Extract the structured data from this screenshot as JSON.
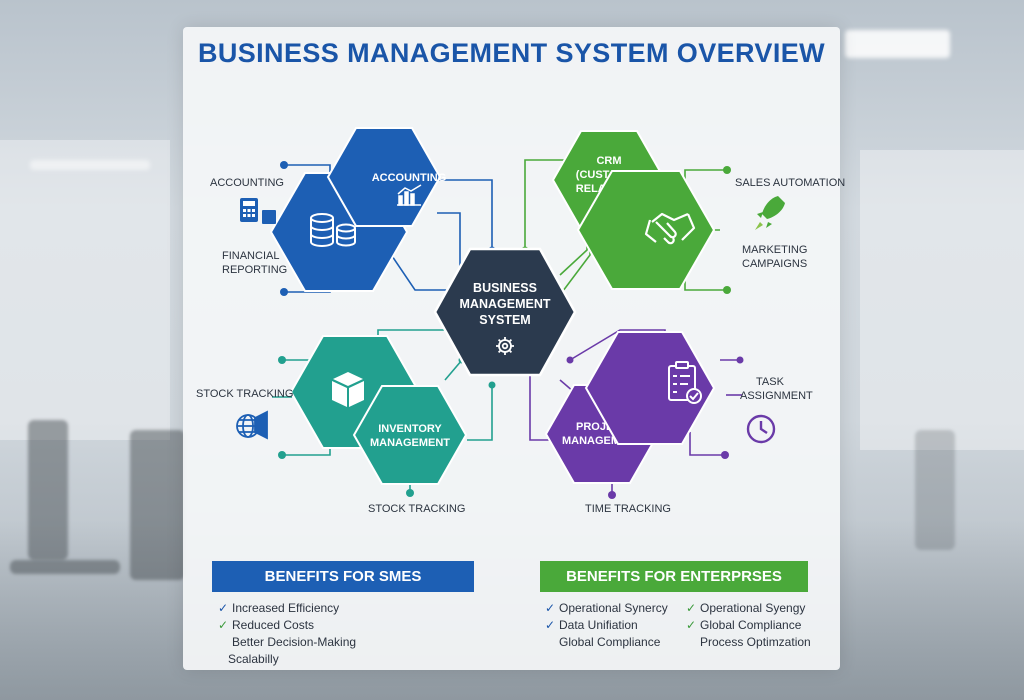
{
  "title": "BUSINESS MANAGEMENT SYSTEM OVERVIEW",
  "center": {
    "lines": [
      "BUSINESS",
      "MANAGEMENT",
      "SYSTEM"
    ],
    "icon": "gear-icon",
    "color": "#2b3a4e"
  },
  "modules": {
    "accounting": {
      "label": "ACCOUNTING",
      "color": "#1d5fb4",
      "icons": [
        "bar-chart-icon",
        "coins-icon"
      ],
      "side_labels": {
        "top": "ACCOUNTING",
        "bottom_line1": "FINANCIAL",
        "bottom_line2": "REPORTING"
      },
      "side_icon": "calculator-icon"
    },
    "crm": {
      "lines": [
        "CRM",
        "(CUSTOMER",
        "RELATIONS)"
      ],
      "color": "#4aa93a",
      "icons": [
        "handshake-icon"
      ],
      "side_labels": {
        "top": "SALES AUTOMATION",
        "bottom_line1": "MARKETING",
        "bottom_line2": "CAMPAIGNS"
      },
      "side_icon": "rocket-icon"
    },
    "inventory": {
      "lines": [
        "INVENTORY",
        "MANAGEMENT"
      ],
      "color": "#22a08f",
      "icons": [
        "box-icon"
      ],
      "side_labels": {
        "left": "STOCK TRACKING",
        "bottom": "STOCK TRACKING"
      },
      "side_icon": "globe-megaphone-icon"
    },
    "project": {
      "lines": [
        "PROJECT",
        "MANAGEMENT"
      ],
      "color": "#6a3aa8",
      "icons": [
        "clipboard-check-icon"
      ],
      "side_labels": {
        "right_line1": "TASK",
        "right_line2": "ASSIGNMENT",
        "bottom": "TIME TRACKING"
      },
      "side_icon": "clock-icon"
    }
  },
  "benefits": {
    "smes": {
      "heading": "BENEFITS FOR SMES",
      "color": "#1d5fb4",
      "items": [
        {
          "text": "Increased Efficiency",
          "check": "blue"
        },
        {
          "text": "Reduced Costs",
          "check": "green"
        },
        {
          "text": "Better Decision-Making",
          "check": "none"
        },
        {
          "text": "Scalabilly",
          "check": "none"
        }
      ]
    },
    "enterprises": {
      "heading": "BENEFITS FOR ENTERPRSES",
      "color": "#4aa93a",
      "col1": [
        {
          "text": "Operational Synercy",
          "check": "blue"
        },
        {
          "text": "Data Unifiation",
          "check": "blue"
        },
        {
          "text": "Global Compliance",
          "check": "none"
        }
      ],
      "col2": [
        {
          "text": "Operational Syengy",
          "check": "green"
        },
        {
          "text": "Global Compliance",
          "check": "green"
        },
        {
          "text": "Process Optimzation",
          "check": "none"
        }
      ]
    }
  }
}
